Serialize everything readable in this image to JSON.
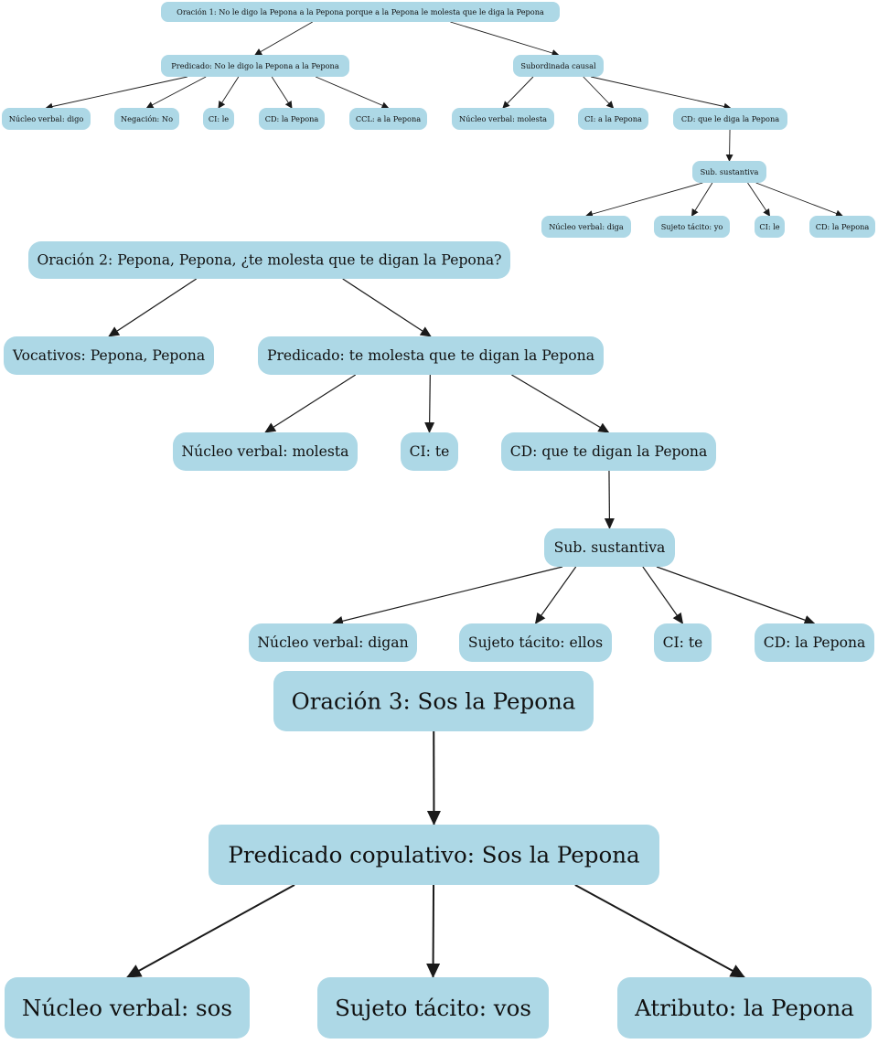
{
  "colors": {
    "node_fill": "#add8e6",
    "edge": "#1a1a1a",
    "text": "#111111"
  },
  "trees": [
    {
      "id": "t1",
      "nodes": [
        {
          "id": "o1",
          "label": "Oración 1: No le digo la Pepona a la Pepona porque a la Pepona le molesta que le diga la Pepona"
        },
        {
          "id": "o1_pred",
          "label": "Predicado: No le digo la Pepona a la Pepona"
        },
        {
          "id": "o1_sub",
          "label": "Subordinada causal"
        },
        {
          "id": "o1_nv",
          "label": "Núcleo verbal: digo"
        },
        {
          "id": "o1_neg",
          "label": "Negación: No"
        },
        {
          "id": "o1_ci",
          "label": "CI: le"
        },
        {
          "id": "o1_cd",
          "label": "CD: la Pepona"
        },
        {
          "id": "o1_ccl",
          "label": "CCL: a la Pepona"
        },
        {
          "id": "o1_s_nv",
          "label": "Núcleo verbal: molesta"
        },
        {
          "id": "o1_s_ci",
          "label": "CI: a la Pepona"
        },
        {
          "id": "o1_s_cd",
          "label": "CD: que le diga la Pepona"
        },
        {
          "id": "o1_ss",
          "label": "Sub. sustantiva"
        },
        {
          "id": "o1_ss_nv",
          "label": "Núcleo verbal: diga"
        },
        {
          "id": "o1_ss_suj",
          "label": "Sujeto tácito: yo"
        },
        {
          "id": "o1_ss_ci",
          "label": "CI: le"
        },
        {
          "id": "o1_ss_cd",
          "label": "CD: la Pepona"
        }
      ],
      "edges": [
        [
          "o1",
          "o1_pred"
        ],
        [
          "o1",
          "o1_sub"
        ],
        [
          "o1_pred",
          "o1_nv"
        ],
        [
          "o1_pred",
          "o1_neg"
        ],
        [
          "o1_pred",
          "o1_ci"
        ],
        [
          "o1_pred",
          "o1_cd"
        ],
        [
          "o1_pred",
          "o1_ccl"
        ],
        [
          "o1_sub",
          "o1_s_nv"
        ],
        [
          "o1_sub",
          "o1_s_ci"
        ],
        [
          "o1_sub",
          "o1_s_cd"
        ],
        [
          "o1_s_cd",
          "o1_ss"
        ],
        [
          "o1_ss",
          "o1_ss_nv"
        ],
        [
          "o1_ss",
          "o1_ss_suj"
        ],
        [
          "o1_ss",
          "o1_ss_ci"
        ],
        [
          "o1_ss",
          "o1_ss_cd"
        ]
      ]
    },
    {
      "id": "t2",
      "nodes": [
        {
          "id": "o2",
          "label": "Oración 2: Pepona, Pepona, ¿te molesta que te digan la Pepona?"
        },
        {
          "id": "o2_voc",
          "label": "Vocativos: Pepona, Pepona"
        },
        {
          "id": "o2_pred",
          "label": "Predicado: te molesta que te digan la Pepona"
        },
        {
          "id": "o2_nv",
          "label": "Núcleo verbal: molesta"
        },
        {
          "id": "o2_ci",
          "label": "CI: te"
        },
        {
          "id": "o2_cd",
          "label": "CD: que te digan la Pepona"
        },
        {
          "id": "o2_ss",
          "label": "Sub. sustantiva"
        },
        {
          "id": "o2_ss_nv",
          "label": "Núcleo verbal: digan"
        },
        {
          "id": "o2_ss_suj",
          "label": "Sujeto tácito: ellos"
        },
        {
          "id": "o2_ss_ci",
          "label": "CI: te"
        },
        {
          "id": "o2_ss_cd",
          "label": "CD: la Pepona"
        }
      ],
      "edges": [
        [
          "o2",
          "o2_voc"
        ],
        [
          "o2",
          "o2_pred"
        ],
        [
          "o2_pred",
          "o2_nv"
        ],
        [
          "o2_pred",
          "o2_ci"
        ],
        [
          "o2_pred",
          "o2_cd"
        ],
        [
          "o2_cd",
          "o2_ss"
        ],
        [
          "o2_ss",
          "o2_ss_nv"
        ],
        [
          "o2_ss",
          "o2_ss_suj"
        ],
        [
          "o2_ss",
          "o2_ss_ci"
        ],
        [
          "o2_ss",
          "o2_ss_cd"
        ]
      ]
    },
    {
      "id": "t3",
      "nodes": [
        {
          "id": "o3",
          "label": "Oración 3: Sos la Pepona"
        },
        {
          "id": "o3_pred",
          "label": "Predicado copulativo: Sos la Pepona"
        },
        {
          "id": "o3_nv",
          "label": "Núcleo verbal: sos"
        },
        {
          "id": "o3_suj",
          "label": "Sujeto tácito: vos"
        },
        {
          "id": "o3_atr",
          "label": "Atributo: la Pepona"
        }
      ],
      "edges": [
        [
          "o3",
          "o3_pred"
        ],
        [
          "o3_pred",
          "o3_nv"
        ],
        [
          "o3_pred",
          "o3_suj"
        ],
        [
          "o3_pred",
          "o3_atr"
        ]
      ]
    }
  ]
}
